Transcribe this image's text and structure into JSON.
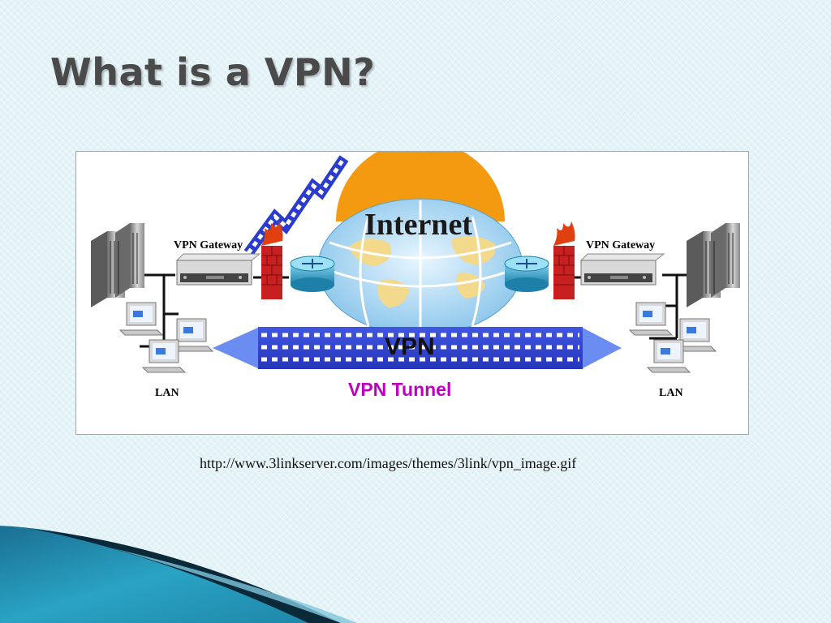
{
  "slide": {
    "title": "What is a VPN?",
    "source_url": "http://www.3linkserver.com/images/themes/3link/vpn_image.gif"
  },
  "diagram": {
    "internet_label": "Internet",
    "vpn_label": "VPN",
    "tunnel_label": "VPN Tunnel",
    "left_site": {
      "gateway_label": "VPN Gateway",
      "lan_label": "LAN"
    },
    "right_site": {
      "gateway_label": "VPN Gateway",
      "lan_label": "LAN"
    }
  },
  "colors": {
    "tunnel_magenta": "#c000c0",
    "tunnel_blue": "#2a3ccf",
    "arrow_blue": "#6b8cf0",
    "globe_cap_orange": "#f39a10",
    "globe_blue": "#8fc8ee",
    "firewall_red": "#c82020",
    "accent_teal": "#1e86a8"
  }
}
